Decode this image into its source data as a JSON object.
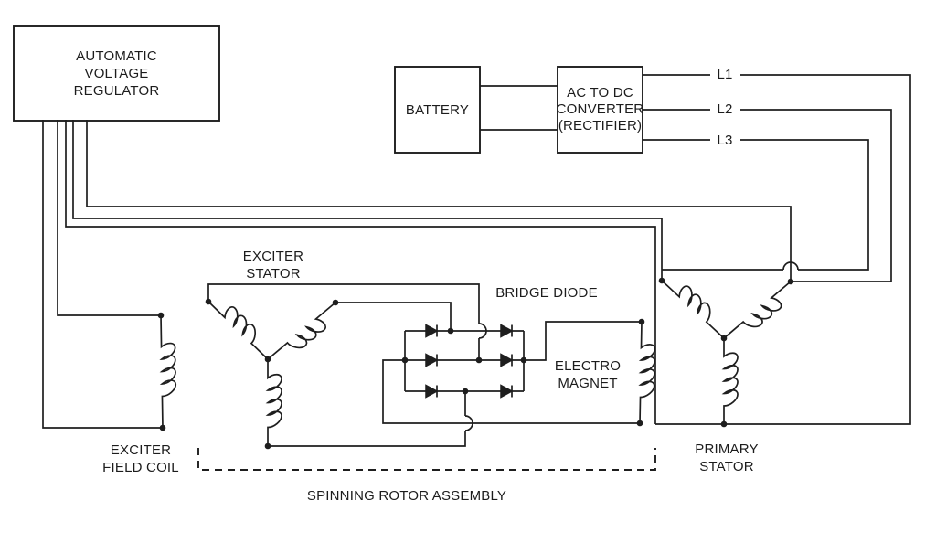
{
  "boxes": {
    "avr": {
      "lines": [
        "AUTOMATIC",
        "VOLTAGE",
        "REGULATOR"
      ]
    },
    "battery": {
      "label": "BATTERY"
    },
    "converter": {
      "lines": [
        "AC TO DC",
        "CONVERTER",
        "(RECTIFIER)"
      ]
    }
  },
  "line_labels": {
    "l1": "L1",
    "l2": "L2",
    "l3": "L3"
  },
  "component_labels": {
    "exciter_stator": {
      "lines": [
        "EXCITER",
        "STATOR"
      ]
    },
    "bridge_diode": {
      "label": "BRIDGE DIODE"
    },
    "electro_magnet": {
      "lines": [
        "ELECTRO",
        "MAGNET"
      ]
    },
    "exciter_field_coil": {
      "lines": [
        "EXCITER",
        "FIELD COIL"
      ]
    },
    "primary_stator": {
      "lines": [
        "PRIMARY",
        "STATOR"
      ]
    },
    "rotor_assembly": {
      "label": "SPINNING ROTOR ASSEMBLY"
    }
  },
  "colors": {
    "line": "#1e1e1e",
    "text": "#1c1c1c",
    "background": "#ffffff"
  }
}
